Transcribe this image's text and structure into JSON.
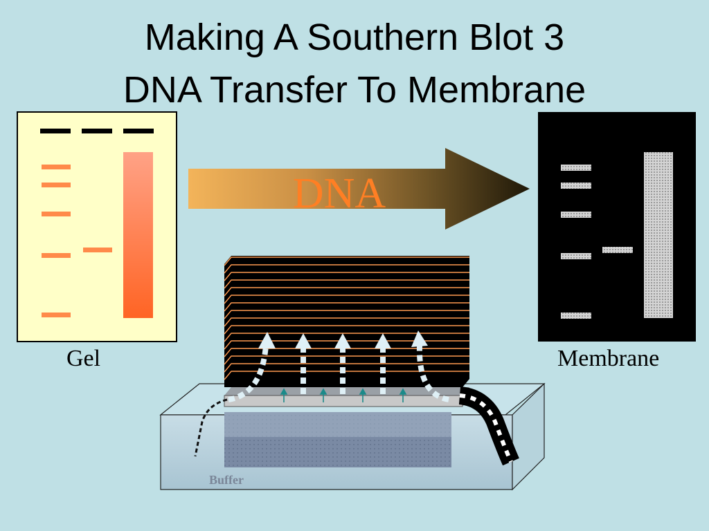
{
  "title": {
    "line1": "Making A Southern Blot 3",
    "line2": "DNA Transfer To Membrane"
  },
  "arrow": {
    "label": "DNA"
  },
  "gel": {
    "label": "Gel"
  },
  "membrane": {
    "label": "Membrane"
  },
  "apparatus": {
    "buffer_label": "Buffer"
  },
  "colors": {
    "background": "#bfe0e5",
    "gel": "#ffffc8",
    "band": "#ff8040",
    "smear_top": "#ffa080",
    "smear_bottom": "#ff6020",
    "membrane": "#000000",
    "membrane_band": "#c8c8c8",
    "dna_text": "#ff7f24",
    "paper_edge": "#ff9a50"
  }
}
